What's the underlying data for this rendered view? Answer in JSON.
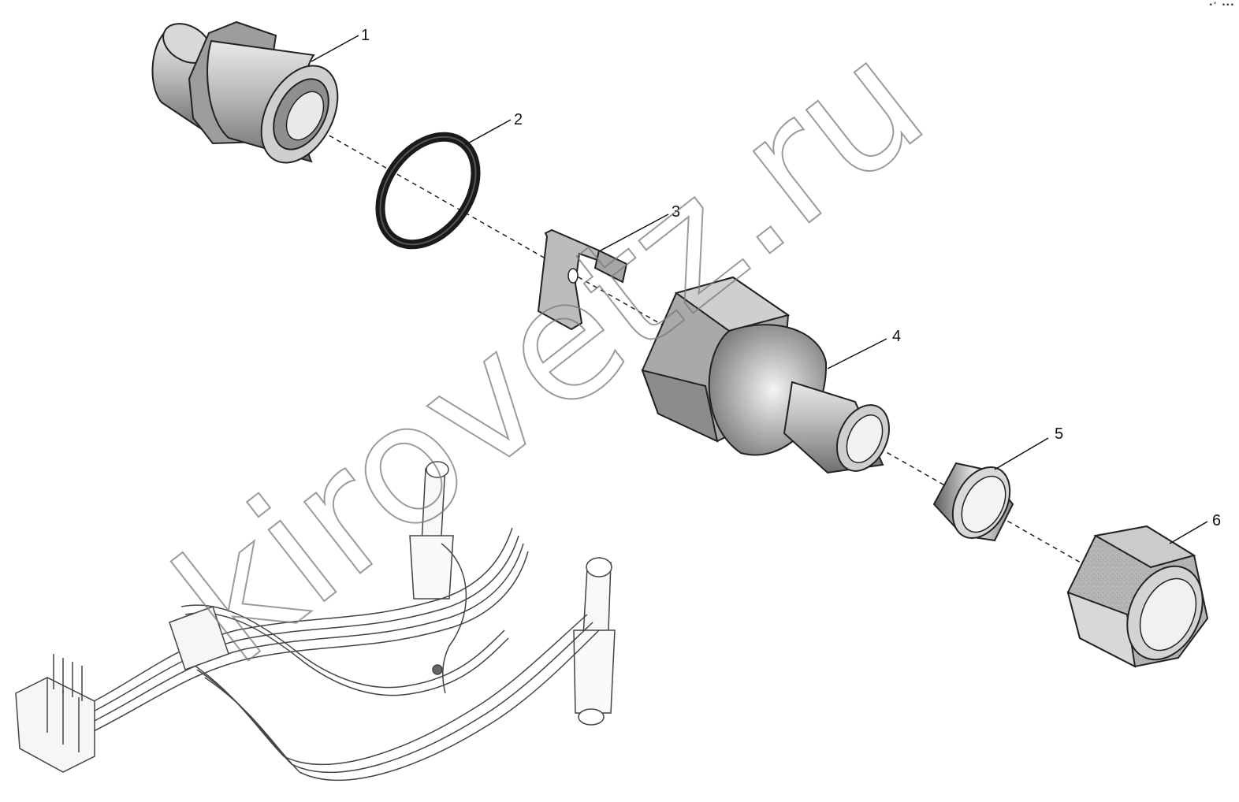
{
  "watermark": "kirovetz.ru",
  "corner_mark": "•° •••",
  "callouts": [
    "1",
    "2",
    "3",
    "4",
    "5",
    "6"
  ],
  "parts": [
    {
      "number": "1",
      "icon": "threaded-adapter-fitting-icon"
    },
    {
      "number": "2",
      "icon": "o-ring-seal-icon"
    },
    {
      "number": "3",
      "icon": "locking-clip-icon"
    },
    {
      "number": "4",
      "icon": "hex-body-fitting-icon"
    },
    {
      "number": "5",
      "icon": "cutting-ring-icon"
    },
    {
      "number": "6",
      "icon": "hex-union-nut-icon"
    }
  ],
  "colors": {
    "part_fill": "#c8c8c8",
    "outline": "#1a1a1a",
    "leader": "#111111"
  }
}
